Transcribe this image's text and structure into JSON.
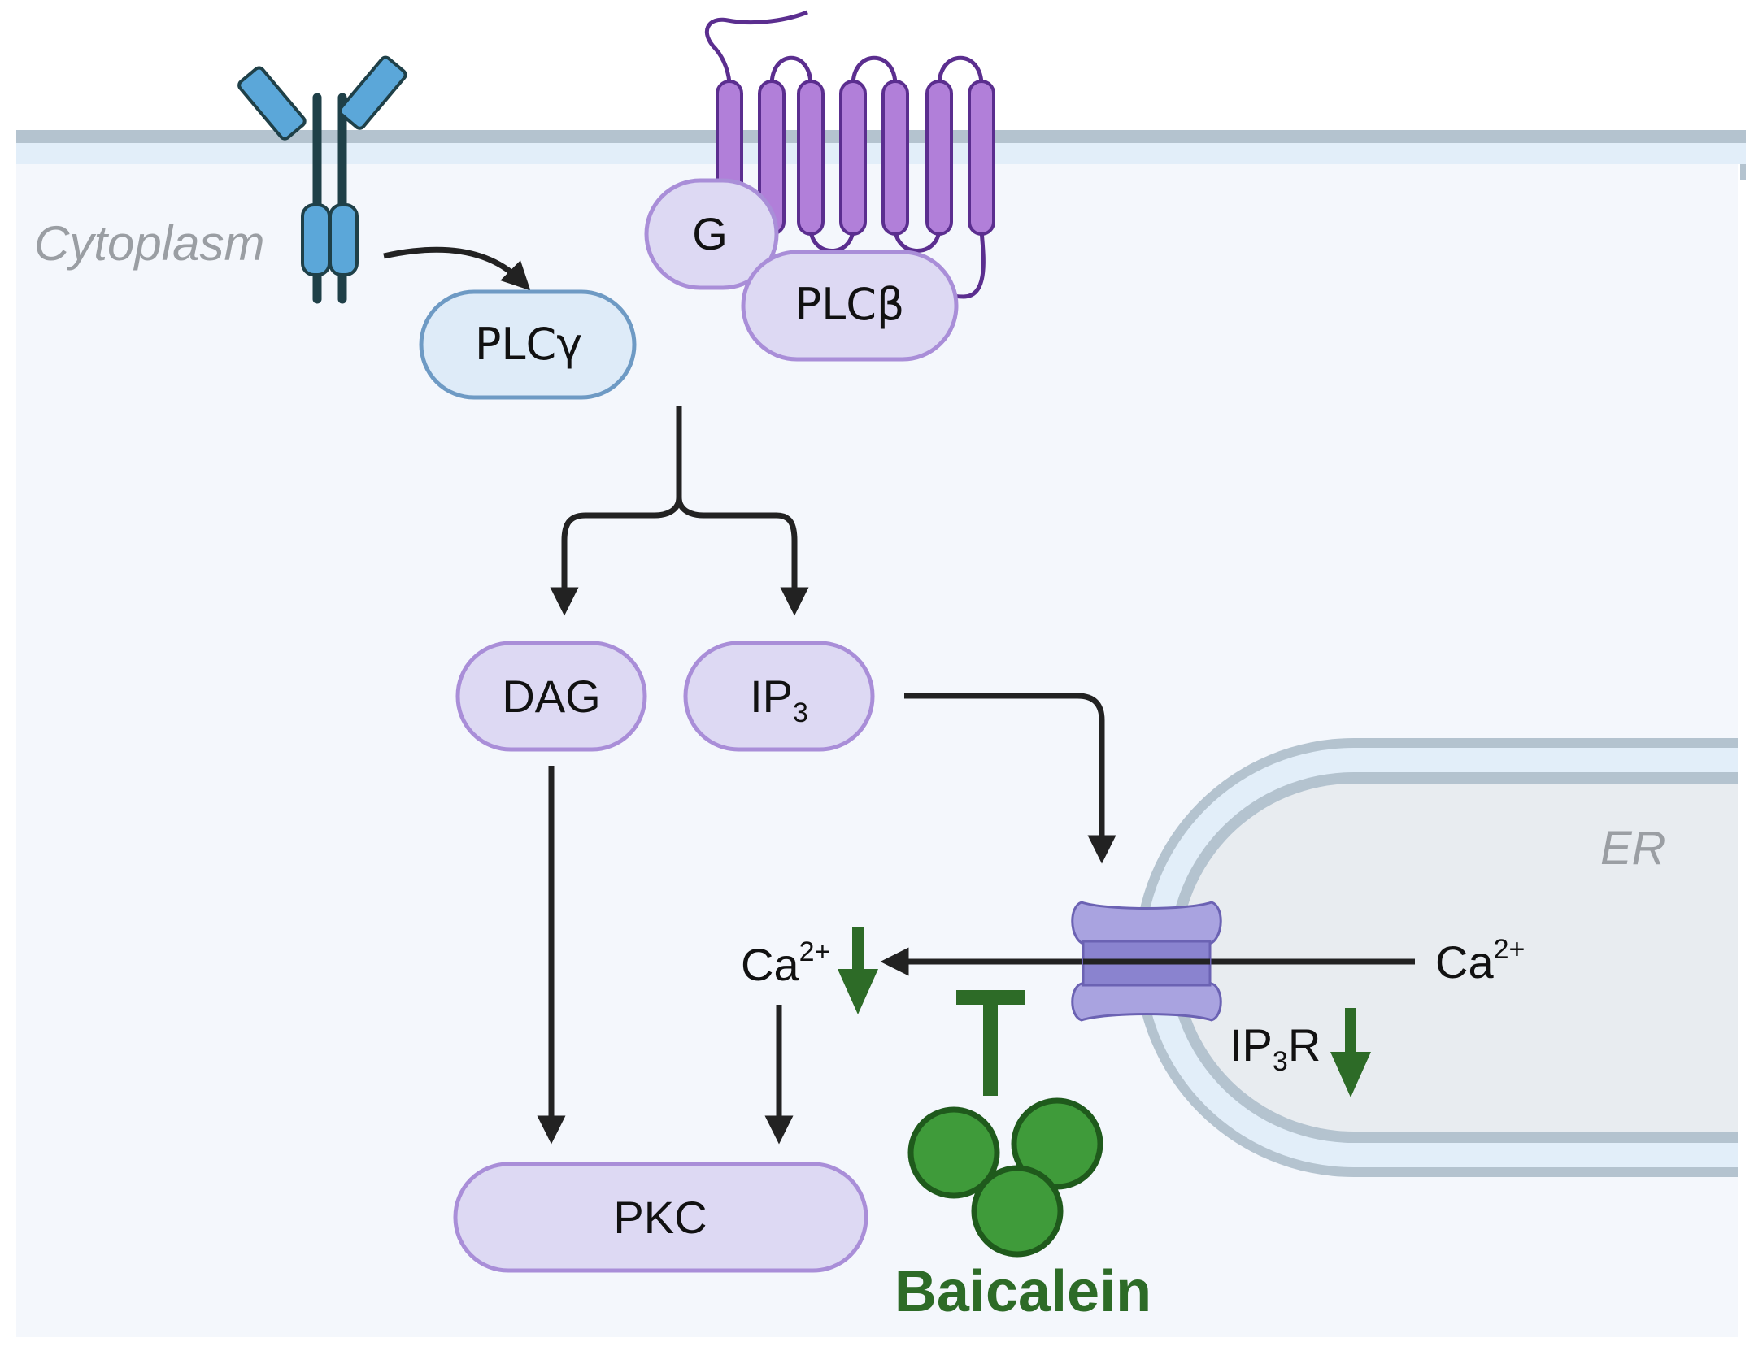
{
  "labels": {
    "cytoplasm": "Cytoplasm",
    "er": "ER",
    "baicalein": "Baicalein"
  },
  "nodes": {
    "g_protein": "G",
    "plc_beta": "PLCβ",
    "plc_gamma": "PLCγ",
    "dag": "DAG",
    "ip3_base": "IP",
    "ip3_sub": "3",
    "pkc": "PKC"
  },
  "calcium": {
    "cytosolic_base": "Ca",
    "cytosolic_sup": "2+",
    "er_base": "Ca",
    "er_sup": "2+"
  },
  "receptor_label": {
    "base_ip": "IP",
    "sub": "3",
    "base_r": "R"
  },
  "colors": {
    "membrane": "#b4c3cf",
    "cytoplasm_bg": "#f4f7fc",
    "er_lumen": "#e8ecf0",
    "node_fill": "#ddd9f3",
    "node_stroke": "#a98ed8",
    "plc_gamma_fill": "#deebf8",
    "plc_gamma_stroke": "#6e9ac4",
    "gpcr": "#b17fd9",
    "gpcr_stroke": "#5b2e8f",
    "antibody": "#5ba7d9",
    "antibody_stem": "#1f4048",
    "channel": "#a9a3e0",
    "baicalein_green": "#3f9b3a",
    "baicalein_dark": "#2d6b27",
    "decrease_arrow": "#2d6b27",
    "arrow": "#222222",
    "label_gray": "#9a9ea3"
  }
}
